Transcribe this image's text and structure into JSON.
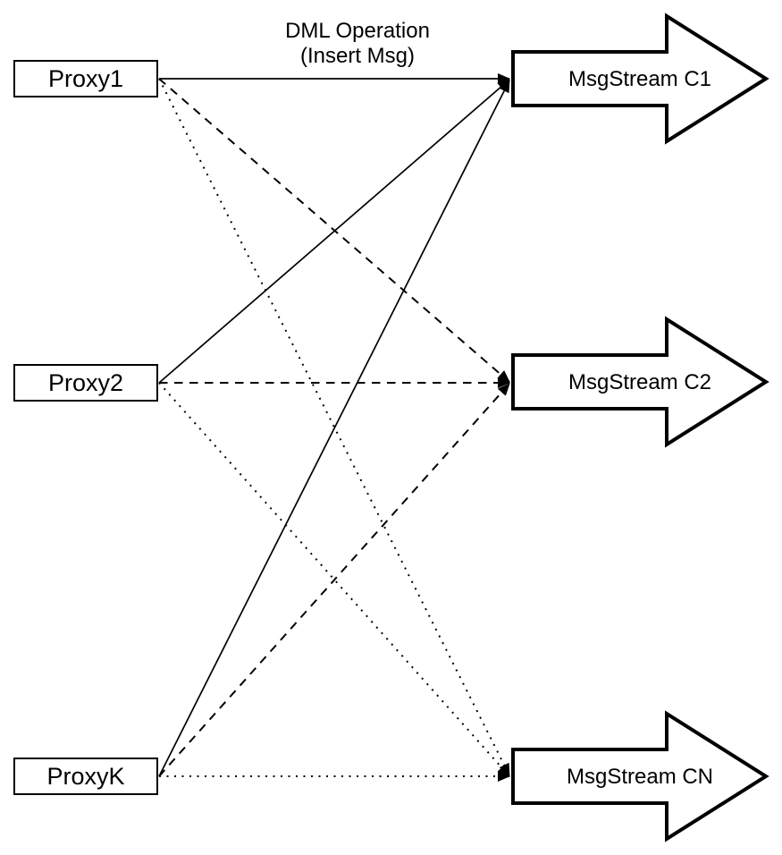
{
  "diagram": {
    "annotation": {
      "line1": "DML Operation",
      "line2": "(Insert Msg)"
    },
    "proxies": [
      {
        "id": "proxy1",
        "label": "Proxy1"
      },
      {
        "id": "proxy2",
        "label": "Proxy2"
      },
      {
        "id": "proxyk",
        "label": "ProxyK"
      }
    ],
    "streams": [
      {
        "id": "c1",
        "label": "MsgStream C1"
      },
      {
        "id": "c2",
        "label": "MsgStream C2"
      },
      {
        "id": "cn",
        "label": "MsgStream CN"
      }
    ],
    "edges": [
      {
        "from": "Proxy1",
        "to": "MsgStream C1",
        "style": "solid"
      },
      {
        "from": "Proxy1",
        "to": "MsgStream C2",
        "style": "dashed"
      },
      {
        "from": "Proxy1",
        "to": "MsgStream CN",
        "style": "dotted"
      },
      {
        "from": "Proxy2",
        "to": "MsgStream C1",
        "style": "solid"
      },
      {
        "from": "Proxy2",
        "to": "MsgStream C2",
        "style": "dashed"
      },
      {
        "from": "Proxy2",
        "to": "MsgStream CN",
        "style": "dotted"
      },
      {
        "from": "ProxyK",
        "to": "MsgStream C1",
        "style": "solid"
      },
      {
        "from": "ProxyK",
        "to": "MsgStream C2",
        "style": "dashed"
      },
      {
        "from": "ProxyK",
        "to": "MsgStream CN",
        "style": "dotted"
      }
    ],
    "colors": {
      "line": "#000000",
      "box_fill": "#ffffff",
      "box_border": "#000000"
    }
  }
}
